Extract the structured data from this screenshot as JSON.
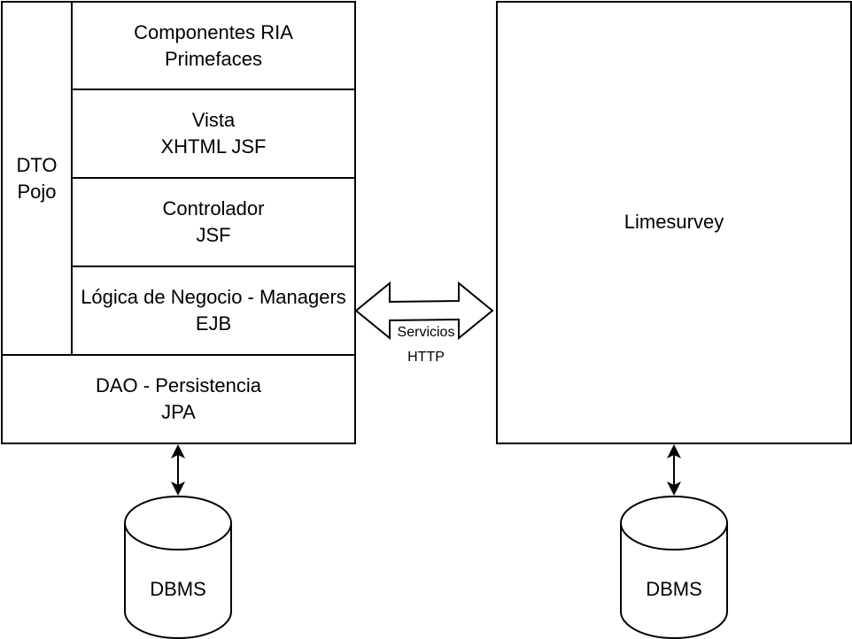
{
  "left_stack": {
    "dto": {
      "line1": "DTO",
      "line2": "Pojo"
    },
    "layers": [
      {
        "line1": "Componentes RIA",
        "line2": "Primefaces"
      },
      {
        "line1": "Vista",
        "line2": "XHTML JSF"
      },
      {
        "line1": "Controlador",
        "line2": "JSF"
      },
      {
        "line1": "Lógica de Negocio - Managers",
        "line2": "EJB"
      }
    ],
    "dao": {
      "line1": "DAO - Persistencia",
      "line2": "JPA"
    }
  },
  "right_box": {
    "label": "Limesurvey"
  },
  "connector": {
    "line1": "Servicios",
    "line2": "HTTP"
  },
  "databases": [
    {
      "label": "DBMS"
    },
    {
      "label": "DBMS"
    }
  ]
}
